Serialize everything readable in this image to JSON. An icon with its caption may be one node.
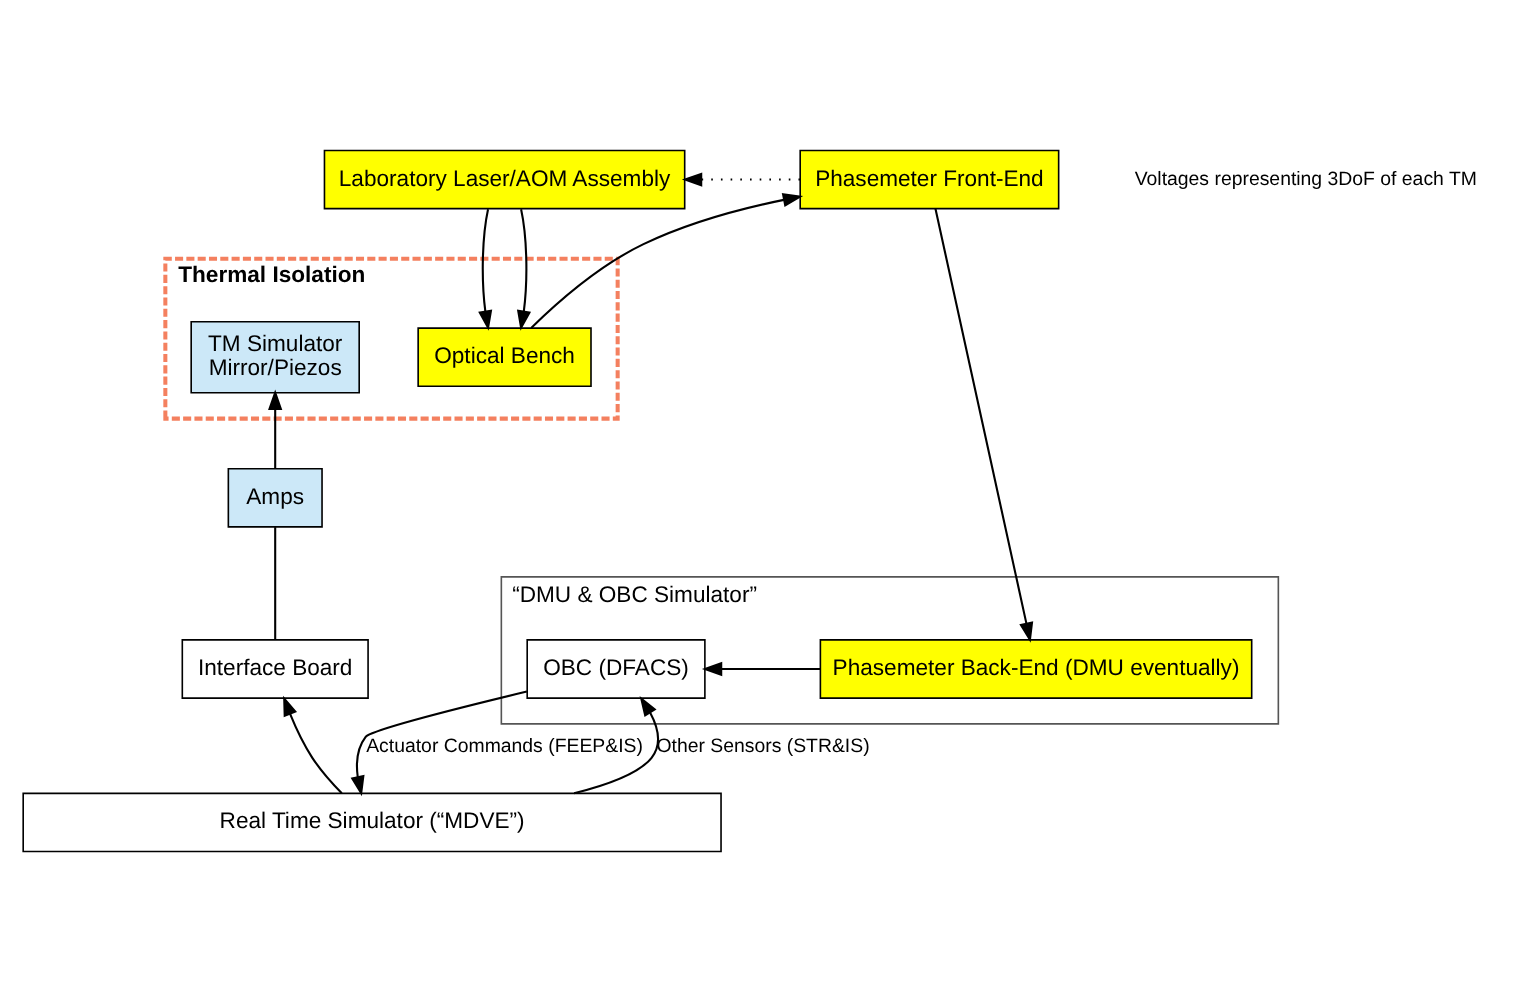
{
  "diagram": {
    "nodes": [
      {
        "text": [
          "Laboratory Laser/AOM Assembly"
        ]
      },
      {
        "text": [
          "Thermal Isolation"
        ]
      },
      {
        "text": [
          "Optical Bench"
        ],
        "in": 1
      },
      {
        "text": [
          "TM Simulator",
          "Mirror/Piezos"
        ],
        "in": 1
      },
      {
        "text": [
          "Phasemeter Front-End"
        ]
      },
      {
        "text": [
          "“DMU & OBC Simulator”"
        ]
      },
      {
        "text": [
          "Phasemeter Back-End (DMU eventually)"
        ],
        "in": 5
      },
      {
        "text": [
          "OBC (DFACS)"
        ],
        "in": 5
      },
      {
        "text": [
          "Amps"
        ]
      },
      {
        "text": [
          "Interface Board"
        ]
      },
      {
        "text": [
          "Real Time Simulator (“MDVE”)"
        ]
      }
    ],
    "edges": [
      {
        "from": 0,
        "to": 2,
        "arrow": "to"
      },
      {
        "from": 0,
        "to": 2,
        "arrow": "to"
      },
      {
        "from": 2,
        "to": 4,
        "arrow": "to"
      },
      {
        "from": 4,
        "to": 0,
        "arrow": "to",
        "style": "dashed"
      },
      {
        "from": 4,
        "to": 6,
        "arrow": "to"
      },
      {
        "from": 6,
        "to": 7,
        "arrow": "to"
      },
      {
        "from": 7,
        "to": 10,
        "arrow": "to",
        "label": "Actuator Commands (FEEP&IS)"
      },
      {
        "from": 10,
        "to": 7,
        "arrow": "to",
        "label": "Other Sensors (STR&IS)"
      },
      {
        "from": 10,
        "to": 9,
        "arrow": "to"
      },
      {
        "from": 9,
        "to": 8,
        "arrow": "none"
      },
      {
        "from": 8,
        "to": 3,
        "arrow": "to"
      }
    ],
    "labels": [
      "Voltages representing 3DoF of each TM"
    ]
  }
}
